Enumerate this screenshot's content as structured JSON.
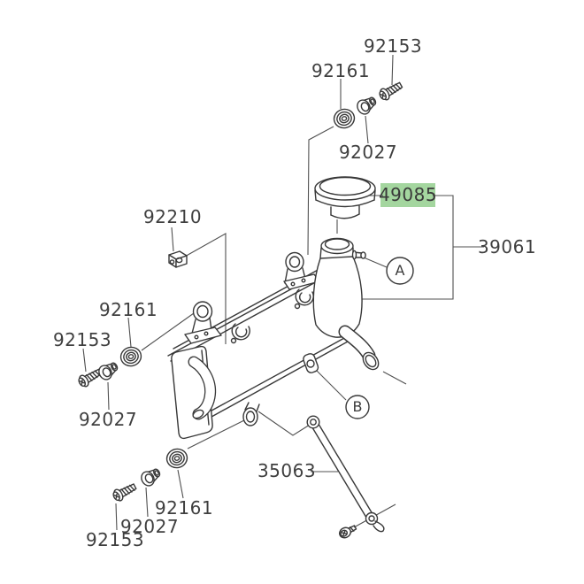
{
  "diagram": {
    "type": "exploded-parts-diagram",
    "subject": "radiator-assembly",
    "colors": {
      "background": "#ffffff",
      "highlight": "#a4d69f",
      "line": "#383838",
      "leader": "#505050",
      "text": "#3f3f3f"
    },
    "labels": [
      {
        "id": "92153-top",
        "text": "92153",
        "highlighted": false
      },
      {
        "id": "92161-top",
        "text": "92161",
        "highlighted": false
      },
      {
        "id": "92027-top",
        "text": "92027",
        "highlighted": false
      },
      {
        "id": "49085",
        "text": "49085",
        "highlighted": true
      },
      {
        "id": "39061",
        "text": "39061",
        "highlighted": false
      },
      {
        "id": "92210",
        "text": "92210",
        "highlighted": false
      },
      {
        "id": "92161-left",
        "text": "92161",
        "highlighted": false
      },
      {
        "id": "92153-left",
        "text": "92153",
        "highlighted": false
      },
      {
        "id": "92027-left",
        "text": "92027",
        "highlighted": false
      },
      {
        "id": "92161-bottom",
        "text": "92161",
        "highlighted": false
      },
      {
        "id": "92027-bottom",
        "text": "92027",
        "highlighted": false
      },
      {
        "id": "92153-bottom",
        "text": "92153",
        "highlighted": false
      },
      {
        "id": "35063",
        "text": "35063",
        "highlighted": false
      }
    ],
    "callouts": [
      {
        "id": "A",
        "text": "A"
      },
      {
        "id": "B",
        "text": "B"
      }
    ]
  }
}
